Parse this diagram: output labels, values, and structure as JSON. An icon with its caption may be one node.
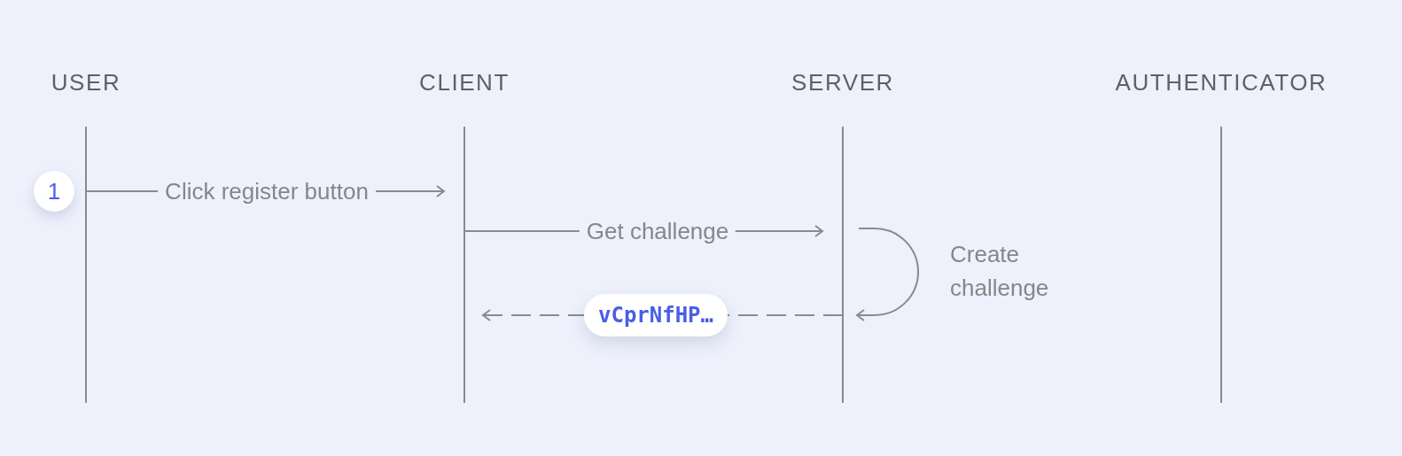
{
  "diagram": {
    "nodes": [
      {
        "text": [
          "USER"
        ]
      },
      {
        "text": [
          "CLIENT"
        ]
      },
      {
        "text": [
          "SERVER"
        ]
      },
      {
        "text": [
          "AUTHENTICATOR"
        ]
      }
    ],
    "edges": [
      {
        "from": 0,
        "to": 1,
        "arrow": "to",
        "label": "Click register button"
      },
      {
        "from": 1,
        "to": 2,
        "arrow": "to",
        "label": "Get challenge"
      },
      {
        "from": 2,
        "to": 2,
        "arrow": "to",
        "label": "Create challenge"
      },
      {
        "from": 2,
        "to": 1,
        "arrow": "to",
        "label": "vCprNfHP…",
        "style": "dashed"
      }
    ],
    "labels": [
      "1"
    ]
  }
}
